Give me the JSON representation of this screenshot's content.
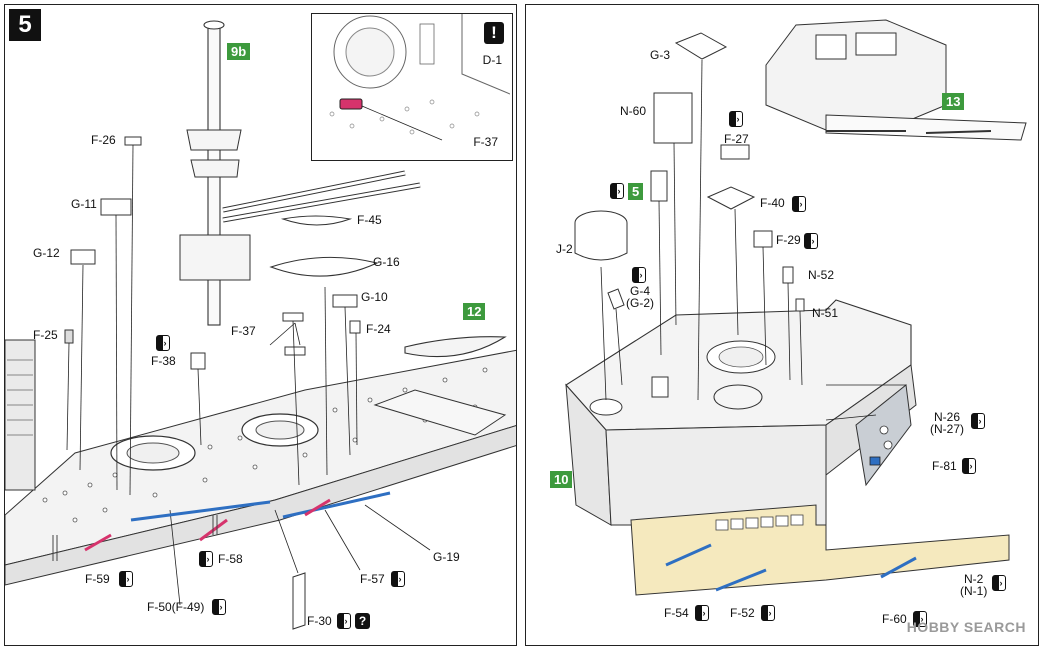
{
  "step": {
    "number": "5"
  },
  "left_panel": {
    "refs": {
      "r9b": "9b",
      "r12": "12"
    },
    "parts": {
      "f26": "F-26",
      "g11": "G-11",
      "g12": "G-12",
      "f25": "F-25",
      "f38": "F-38",
      "f45": "F-45",
      "g16": "G-16",
      "g10": "G-10",
      "f37": "F-37",
      "f24": "F-24",
      "f59": "F-59",
      "f58": "F-58",
      "f50": "F-50(F-49)",
      "f57": "F-57",
      "g19": "G-19",
      "f30": "F-30"
    },
    "detail": {
      "sheet": "D-1",
      "part": "F-37",
      "icon": "!"
    }
  },
  "right_panel": {
    "refs": {
      "r5": "5",
      "r13": "13",
      "r10": "10"
    },
    "parts": {
      "g3": "G-3",
      "n60": "N-60",
      "f27": "F-27",
      "f40": "F-40",
      "f29": "F-29",
      "j2": "J-2",
      "g4": "G-4",
      "g4alt": "(G-2)",
      "n52": "N-52",
      "n51": "N-51",
      "n26": "N-26",
      "n26alt": "(N-27)",
      "f81": "F-81",
      "n2": "N-2",
      "n2alt": "(N-1)",
      "f54": "F-54",
      "f52": "F-52",
      "f60": "F-60"
    }
  },
  "icons": {
    "question": "?",
    "mirror": "mirror-part-icon"
  },
  "colors": {
    "highlight_blue": "#2e6fc2",
    "highlight_red": "#d6336c",
    "hull_plate": "#f5e9be",
    "plate_grey": "#c9ced4",
    "ref_green": "#3d9a3d"
  },
  "watermark": "HOBBY SEARCH"
}
